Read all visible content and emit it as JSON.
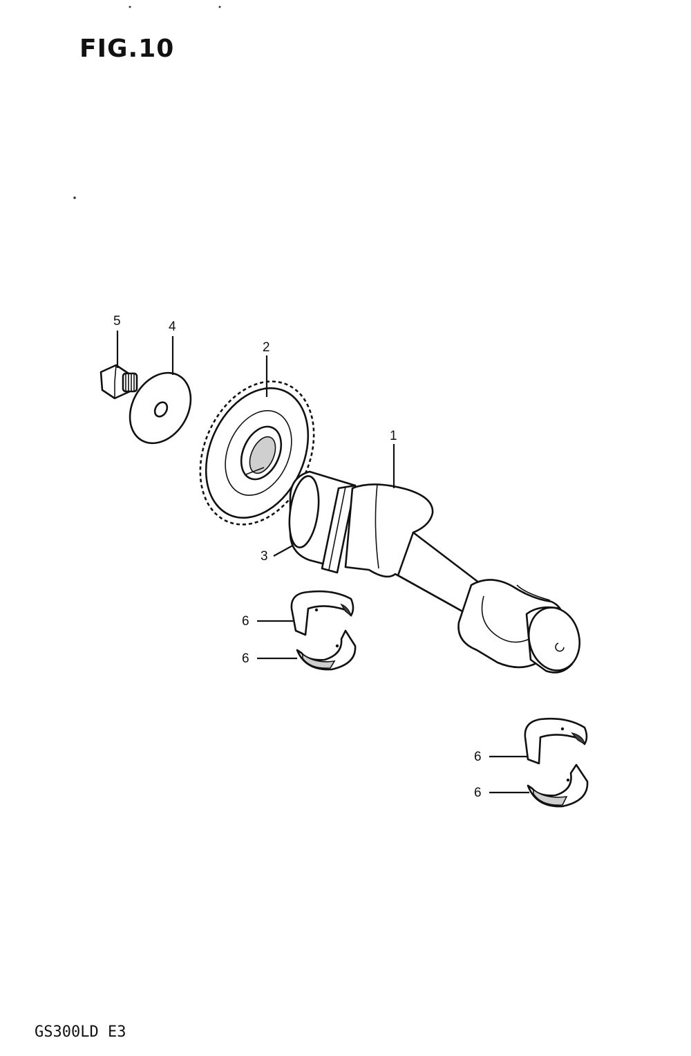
{
  "figure": {
    "title": "FIG.10",
    "model_code": "GS300LD E3"
  },
  "callouts": {
    "shaft": "1",
    "gear": "2",
    "key": "3",
    "washer": "4",
    "bolt": "5",
    "bearing_a_upper": "6",
    "bearing_a_lower": "6",
    "bearing_b_upper": "6",
    "bearing_b_lower": "6"
  }
}
